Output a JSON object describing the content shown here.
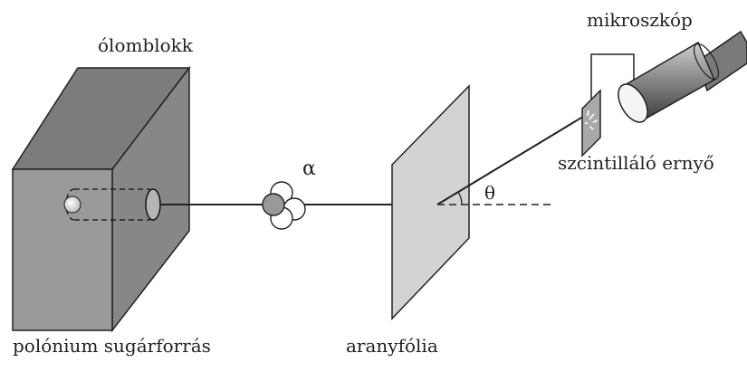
{
  "labels": {
    "lead_block": "ólomblokk",
    "source": "polónium sugárforrás",
    "foil": "aranyfólia",
    "screen": "szcintilláló ernyő",
    "microscope": "mikroszkóp",
    "alpha": "α",
    "theta": "θ"
  },
  "colors": {
    "block_front": "#9a9a9a",
    "block_top": "#7c7c7c",
    "block_side": "#878787",
    "foil": "#d3d3d3",
    "line": "#222222",
    "screen": "#a9a9a9",
    "microscope_body": "#8c8c8c"
  }
}
